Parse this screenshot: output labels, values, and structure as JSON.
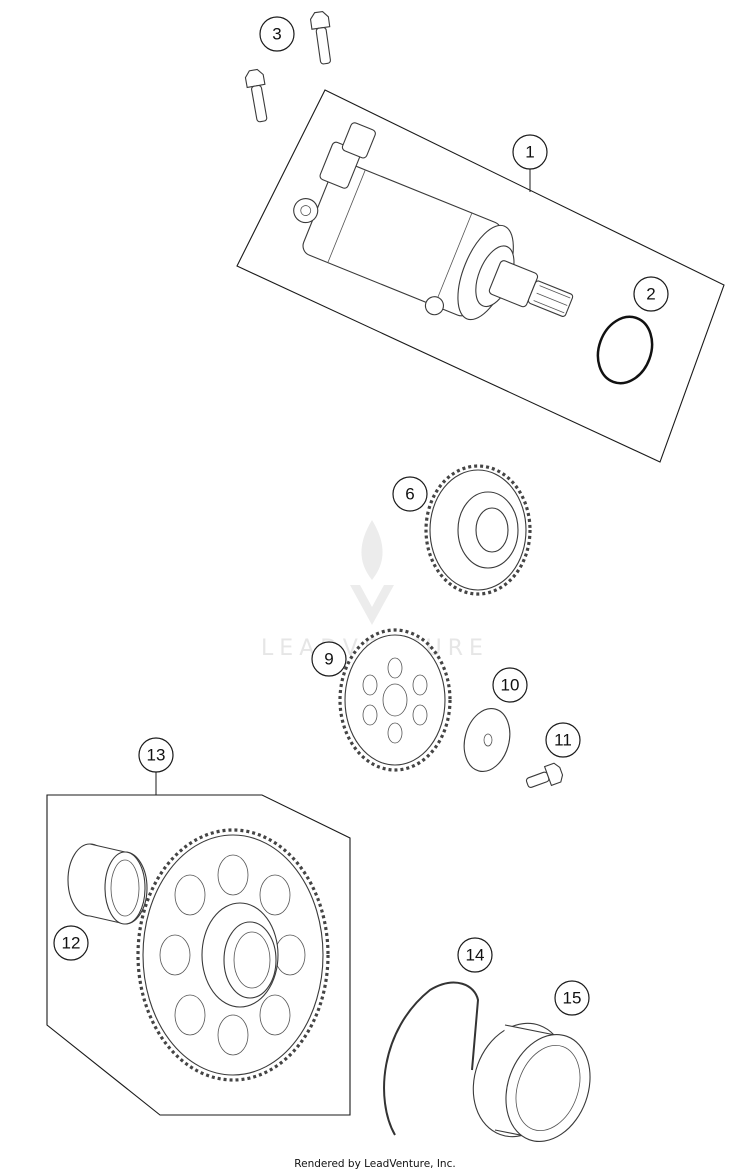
{
  "watermark": {
    "brand": "LEADVENTURE",
    "color": "#e8e8e8"
  },
  "footer": {
    "text": "Rendered by LeadVenture, Inc."
  },
  "callouts": [
    {
      "id": "1",
      "label": "1"
    },
    {
      "id": "2",
      "label": "2"
    },
    {
      "id": "3",
      "label": "3"
    },
    {
      "id": "6",
      "label": "6"
    },
    {
      "id": "9",
      "label": "9"
    },
    {
      "id": "10",
      "label": "10"
    },
    {
      "id": "11",
      "label": "11"
    },
    {
      "id": "12",
      "label": "12"
    },
    {
      "id": "13",
      "label": "13"
    },
    {
      "id": "14",
      "label": "14"
    },
    {
      "id": "15",
      "label": "15"
    }
  ]
}
